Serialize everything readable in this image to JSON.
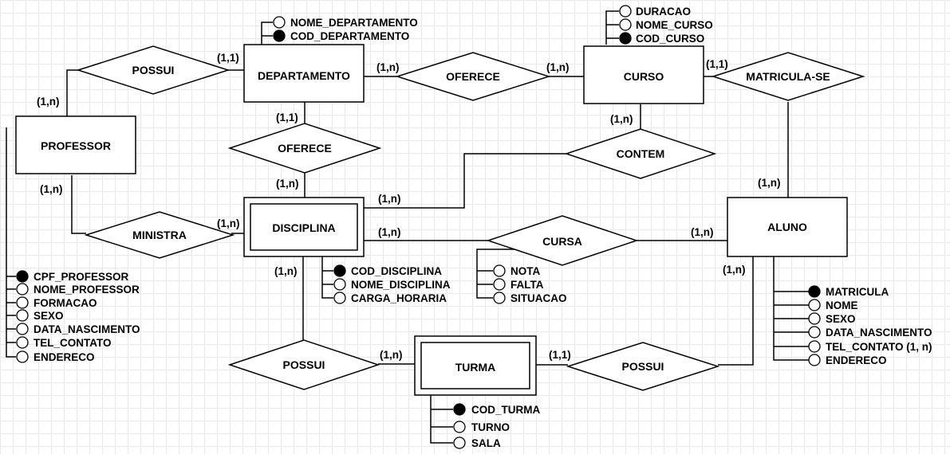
{
  "entities": {
    "departamento": "DEPARTAMENTO",
    "curso": "CURSO",
    "professor": "PROFESSOR",
    "disciplina": "DISCIPLINA",
    "aluno": "ALUNO",
    "turma": "TURMA"
  },
  "relationships": {
    "possui_prof_dep": "POSSUI",
    "oferece_dep_curso": "OFERECE",
    "matricula_se": "MATRICULA-SE",
    "oferece_dep_disc": "OFERECE",
    "contem": "CONTEM",
    "ministra": "MINISTRA",
    "cursa": "CURSA",
    "possui_disc_turma": "POSSUI",
    "possui_turma_aluno": "POSSUI"
  },
  "attributes": {
    "departamento": [
      {
        "name": "NOME_DEPARTAMENTO",
        "key": false
      },
      {
        "name": "COD_DEPARTAMENTO",
        "key": true
      }
    ],
    "curso": [
      {
        "name": "DURACAO",
        "key": false
      },
      {
        "name": "NOME_CURSO",
        "key": false
      },
      {
        "name": "COD_CURSO",
        "key": true
      }
    ],
    "professor": [
      {
        "name": "CPF_PROFESSOR",
        "key": true
      },
      {
        "name": "NOME_PROFESSOR",
        "key": false
      },
      {
        "name": "FORMACAO",
        "key": false
      },
      {
        "name": "SEXO",
        "key": false
      },
      {
        "name": "DATA_NASCIMENTO",
        "key": false
      },
      {
        "name": "TEL_CONTATO",
        "key": false
      },
      {
        "name": "ENDERECO",
        "key": false
      }
    ],
    "disciplina": [
      {
        "name": "COD_DISCIPLINA",
        "key": true
      },
      {
        "name": "NOME_DISCIPLINA",
        "key": false
      },
      {
        "name": "CARGA_HORARIA",
        "key": false
      }
    ],
    "cursa": [
      {
        "name": "NOTA",
        "key": false
      },
      {
        "name": "FALTA",
        "key": false
      },
      {
        "name": "SITUACAO",
        "key": false
      }
    ],
    "aluno": [
      {
        "name": "MATRICULA",
        "key": true
      },
      {
        "name": "NOME",
        "key": false
      },
      {
        "name": "SEXO",
        "key": false
      },
      {
        "name": "DATA_NASCIMENTO",
        "key": false
      },
      {
        "name": "TEL_CONTATO (1, n)",
        "key": false
      },
      {
        "name": "ENDERECO",
        "key": false
      }
    ],
    "turma": [
      {
        "name": "COD_TURMA",
        "key": true
      },
      {
        "name": "TURNO",
        "key": false
      },
      {
        "name": "SALA",
        "key": false
      }
    ]
  },
  "cardinalities": {
    "professor_possui": "(1,n)",
    "departamento_possui": "(1,1)",
    "departamento_oferece_curso": "(1,n)",
    "curso_oferece": "(1,n)",
    "curso_matricula": "(1,1)",
    "departamento_oferece_disc": "(1,1)",
    "disciplina_oferece": "(1,n)",
    "curso_contem": "(1,n)",
    "disciplina_contem": "(1,n)",
    "professor_ministra": "(1,n)",
    "disciplina_ministra": "(1,n)",
    "disciplina_cursa": "(1,n)",
    "aluno_cursa": "(1,n)",
    "aluno_matricula": "(1,n)",
    "disciplina_possui": "(1,n)",
    "turma_possui_disc": "(1,n)",
    "turma_possui_aluno": "(1,1)",
    "aluno_possui": "(1,n)"
  }
}
